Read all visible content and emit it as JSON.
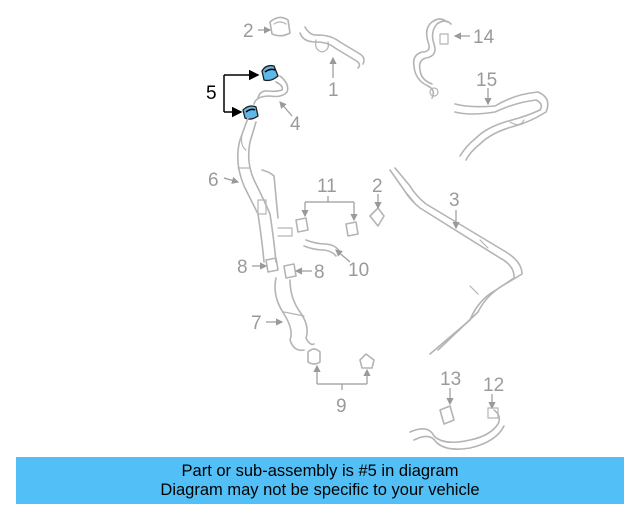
{
  "diagram": {
    "highlight_color": "#5fb9e8",
    "callout_color": "#9a9a9a",
    "part_stroke_color": "#b4b4b4",
    "labels": {
      "p1": "1",
      "p2a": "2",
      "p2b": "2",
      "p3": "3",
      "p4": "4",
      "p5": "5",
      "p6": "6",
      "p7": "7",
      "p8a": "8",
      "p8b": "8",
      "p9": "9",
      "p10": "10",
      "p11": "11",
      "p12": "12",
      "p13": "13",
      "p14": "14",
      "p15": "15"
    }
  },
  "banner": {
    "background": "#52c0f6",
    "line1": "Part or sub-assembly is #5 in diagram",
    "line2": "Diagram may not be specific to your vehicle"
  }
}
